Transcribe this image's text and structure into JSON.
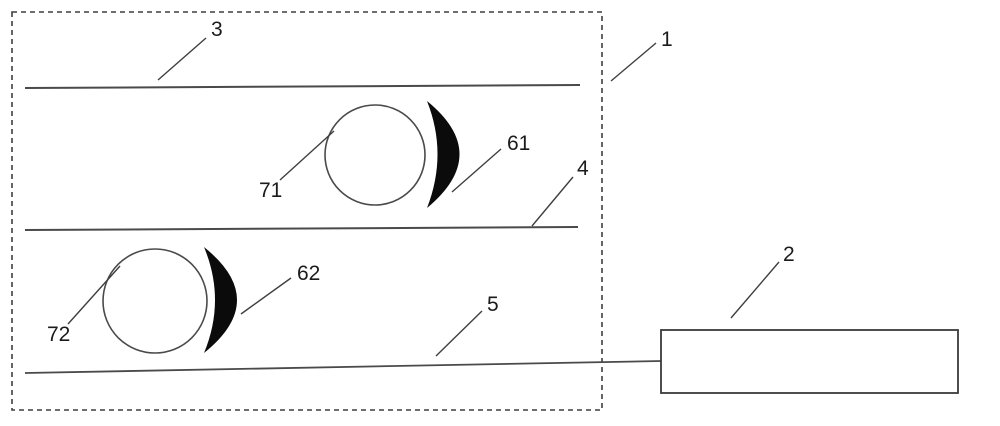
{
  "figure": {
    "labels": {
      "enclosure": "1",
      "block": "2",
      "top_line": "3",
      "middle_line": "4",
      "bottom_line": "5",
      "upper_crescent": "61",
      "lower_crescent": "62",
      "upper_circle": "71",
      "lower_circle": "72"
    },
    "colors": {
      "line": "#4a4a4a",
      "leader": "#3f3f3f",
      "crescent_fill": "#0b0b0b",
      "text": "#1b1b1b",
      "background": "#ffffff"
    }
  }
}
